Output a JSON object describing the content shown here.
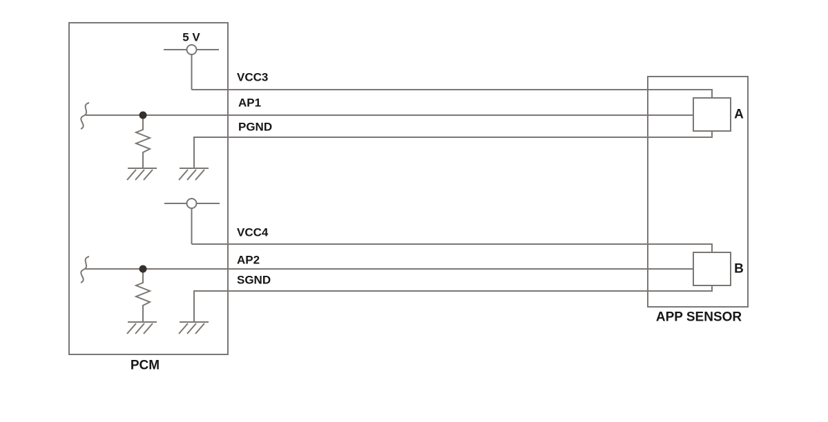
{
  "colors": {
    "wire": "#7a7673",
    "text": "#161616",
    "background": "#ffffff"
  },
  "pcm": {
    "label": "PCM",
    "supply_label": "5 V"
  },
  "sensor": {
    "label": "APP SENSOR",
    "terminals": {
      "a": "A",
      "b": "B"
    }
  },
  "wires": {
    "vcc3": "VCC3",
    "ap1": "AP1",
    "pgnd": "PGND",
    "vcc4": "VCC4",
    "ap2": "AP2",
    "sgnd": "SGND"
  }
}
